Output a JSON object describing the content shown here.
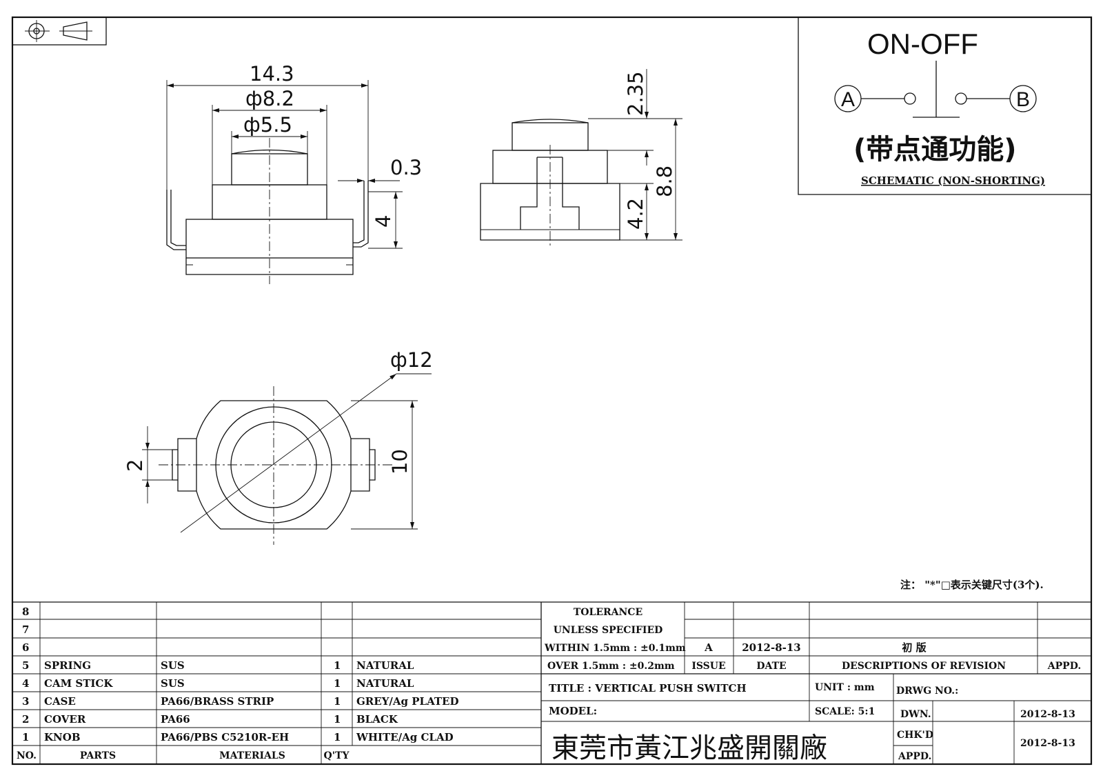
{
  "dimensions": {
    "d14_3": "14.3",
    "d8_2": "ф8.2",
    "d5_5": "ф5.5",
    "d0_3": "0.3",
    "d4": "4",
    "d2_35": "2.35",
    "d4_2": "4.2",
    "d8_8": "8.8",
    "d12": "ф12",
    "d2": "2",
    "d10": "10"
  },
  "schematic": {
    "title": "ON-OFF",
    "terminal_a": "A",
    "terminal_b": "B",
    "chinese_label": "(带点通功能)",
    "caption": "SCHEMATIC (NON-SHORTING)"
  },
  "note": "注： \"*\"□表示关键尺寸(3个).",
  "parts_table": {
    "headers": {
      "no": "NO.",
      "parts": "PARTS",
      "materials": "MATERIALS",
      "qty": "Q'TY"
    },
    "rows": [
      {
        "no": "8",
        "part": "",
        "material": "",
        "qty": "",
        "finish": ""
      },
      {
        "no": "7",
        "part": "",
        "material": "",
        "qty": "",
        "finish": ""
      },
      {
        "no": "6",
        "part": "",
        "material": "",
        "qty": "",
        "finish": ""
      },
      {
        "no": "5",
        "part": "SPRING",
        "material": "SUS",
        "qty": "1",
        "finish": "NATURAL"
      },
      {
        "no": "4",
        "part": "CAM STICK",
        "material": "SUS",
        "qty": "1",
        "finish": "NATURAL"
      },
      {
        "no": "3",
        "part": "CASE",
        "material": "PA66/BRASS STRIP",
        "qty": "1",
        "finish": "GREY/Ag PLATED"
      },
      {
        "no": "2",
        "part": "COVER",
        "material": "PA66",
        "qty": "1",
        "finish": "BLACK"
      },
      {
        "no": "1",
        "part": "KNOB",
        "material": "PA66/PBS C5210R-EH",
        "qty": "1",
        "finish": "WHITE/Ag CLAD"
      }
    ]
  },
  "tolerance": {
    "line1": "TOLERANCE",
    "line2": "UNLESS  SPECIFIED",
    "line3": "WITHIN 1.5mm : ±0.1mm",
    "line4": "OVER 1.5mm : ±0.2mm"
  },
  "revision": {
    "issue": "A",
    "date": "2012-8-13",
    "description": "初  版",
    "issue_header": "ISSUE",
    "date_header": "DATE",
    "desc_header": "DESCRIPTIONS OF REVISION",
    "appd_header": "APPD."
  },
  "title_block": {
    "title": "TITLE :  VERTICAL PUSH SWITCH",
    "unit": "UNIT :  mm",
    "drwg_no": "DRWG NO.:",
    "model": "MODEL:",
    "scale": "SCALE:  5:1",
    "dwn_label": "DWN.",
    "dwn_date": "2012-8-13",
    "chkd_label": "CHK'D",
    "chkd_date": "2012-8-13",
    "appd_label": "APPD.",
    "company": "東莞市黃江兆盛開關廠"
  }
}
